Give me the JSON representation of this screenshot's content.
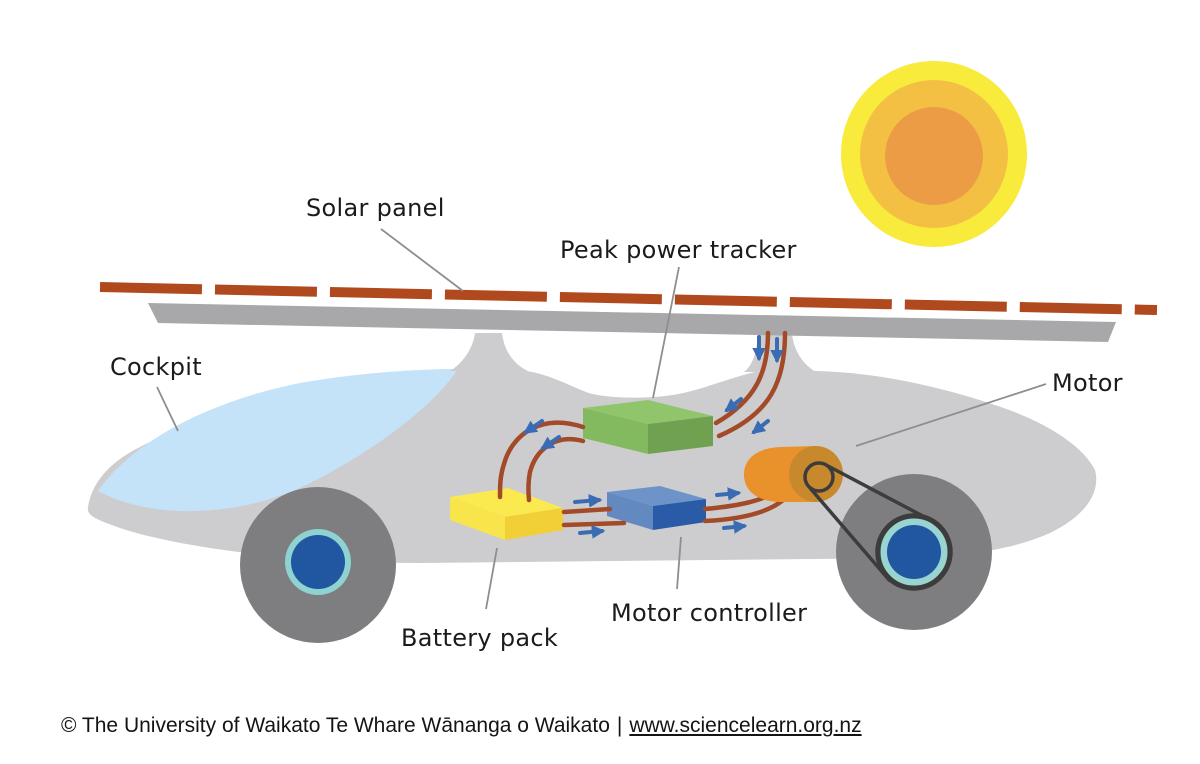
{
  "labels": {
    "solar_panel": "Solar panel",
    "peak_power_tracker": "Peak power tracker",
    "cockpit": "Cockpit",
    "motor": "Motor",
    "battery_pack": "Battery pack",
    "motor_controller": "Motor controller"
  },
  "footer": {
    "copyright": "© The University of Waikato Te Whare Wānanga o Waikato",
    "separator": "|",
    "link_text": "www.sciencelearn.org.nz"
  },
  "colors": {
    "sun_outer": "#F8EB3B",
    "sun_mid": "#F3C044",
    "sun_core": "#EC9C45",
    "solar_panel_dash": "#B04A1E",
    "roof": "#A8A8AB",
    "car_body": "#CDCDD0",
    "canopy_blue": "#C5E3F8",
    "tire_gray": "#7E7E80",
    "hub_ring_teal": "#8FD2D2",
    "hub_blue": "#2156A0",
    "tracker_green": "#90C56C",
    "battery_yellow": "#FAE94F",
    "controller_blue": "#6D93C9",
    "motor_orange": "#E9922C",
    "wire_brown": "#A34B28",
    "arrow_blue": "#3A6CB3",
    "belt_dark": "#3C3C3C"
  }
}
